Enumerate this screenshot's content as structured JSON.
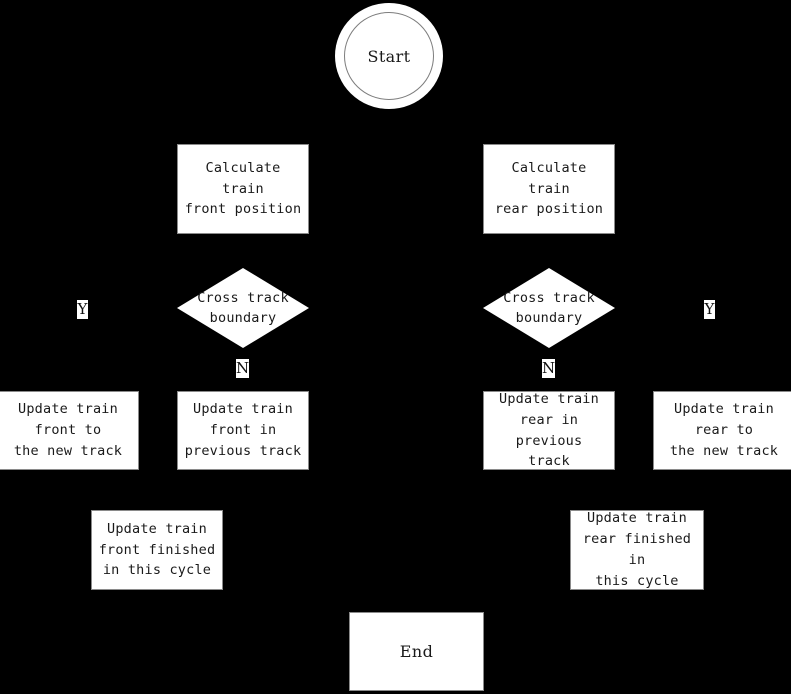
{
  "diagram": {
    "title": "Train front/rear position update cycle flowchart",
    "background_color": "#000000",
    "node_fill_color": "#ffffff",
    "node_text_color": "#1a1a1a",
    "node_border_color": "#8a8a8a"
  },
  "nodes": {
    "start": {
      "label": "Start",
      "shape": "double-circle"
    },
    "calc_front": {
      "label": "Calculate train\nfront position",
      "shape": "process"
    },
    "calc_rear": {
      "label": "Calculate train\nrear position",
      "shape": "process"
    },
    "decision_front": {
      "label": "Cross track\nboundary",
      "shape": "decision"
    },
    "decision_rear": {
      "label": "Cross track\nboundary",
      "shape": "decision"
    },
    "front_new_track": {
      "label": "Update train\nfront to\nthe new track",
      "shape": "process"
    },
    "front_prev_track": {
      "label": "Update train\nfront in\nprevious track",
      "shape": "process"
    },
    "rear_prev_track": {
      "label": "Update train\nrear in previous\ntrack",
      "shape": "process"
    },
    "rear_new_track": {
      "label": "Update train\nrear to\nthe new track",
      "shape": "process"
    },
    "front_finished": {
      "label": "Update train\nfront finished\nin this cycle",
      "shape": "process"
    },
    "rear_finished": {
      "label": "Update train\nrear finished in\nthis cycle",
      "shape": "process"
    },
    "end": {
      "label": "End",
      "shape": "rectangle"
    }
  },
  "edge_labels": {
    "front_yes": "Y",
    "front_no": "N",
    "rear_no": "N",
    "rear_yes": "Y"
  }
}
